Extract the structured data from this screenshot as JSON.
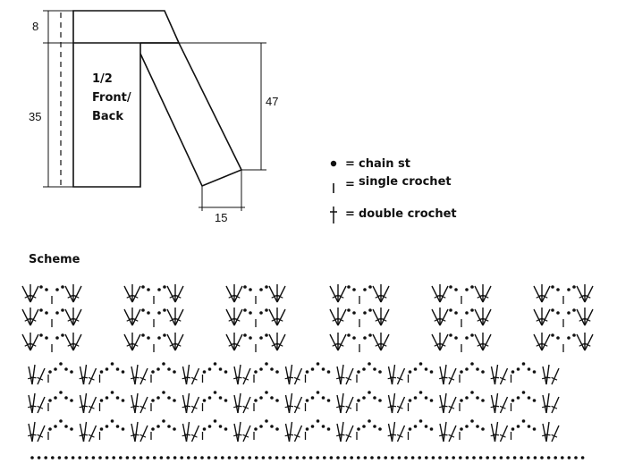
{
  "pattern": {
    "piece_label_line1": "1/2",
    "piece_label_line2": "Front/",
    "piece_label_line3": "Back",
    "dim_top": "8",
    "dim_left": "35",
    "dim_right": "47",
    "dim_bottom": "15"
  },
  "legend": {
    "chain_label": "chain st",
    "sc_label": "single crochet",
    "dc_label": "double crochet",
    "equals": "="
  },
  "scheme": {
    "title": "Scheme",
    "upper_rows": 3,
    "lower_rows": 3,
    "upper_motifs_per_row": 6,
    "lower_motifs_per_row": 11
  }
}
